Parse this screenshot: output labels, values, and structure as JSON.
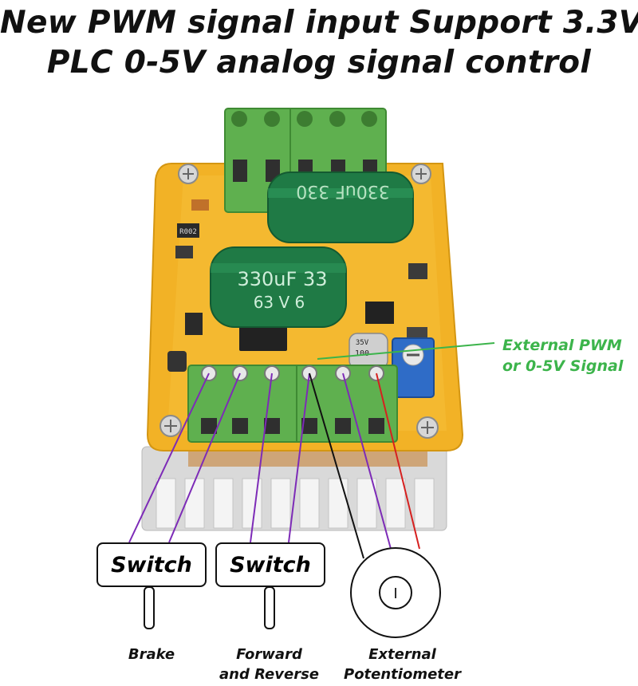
{
  "headline": {
    "line1": "New PWM signal input Support 3.3V",
    "line2": "PLC 0-5V analog signal control"
  },
  "board": {
    "capacitor_big": {
      "line1": "330uF 33",
      "line2": "63 V 6"
    },
    "capacitor_top": {
      "line1": "330uF 330"
    },
    "chip_label": "R002",
    "electrolytic_small": {
      "line1": "100",
      "line2": "35V"
    }
  },
  "callout": {
    "line1": "External PWM",
    "line2": "or 0-5V Signal",
    "color": "#3cb44b"
  },
  "switches": [
    {
      "label": "Switch"
    },
    {
      "label": "Switch"
    }
  ],
  "potentiometer": {
    "symbol": "I"
  },
  "captions": {
    "brake": "Brake",
    "forward_line1": "Forward",
    "forward_line2": "and Reverse",
    "pot_line1": "External",
    "pot_line2": "Potentiometer"
  },
  "colors": {
    "pcb": "#f2b226",
    "terminal": "#5fb04f",
    "capacitor": "#1f7a45",
    "heatsink": "#d9d9d9",
    "wire_purple": "#7d2bb7",
    "wire_black": "#111111",
    "wire_red": "#d6201f",
    "callout_line": "#3cb44b"
  }
}
